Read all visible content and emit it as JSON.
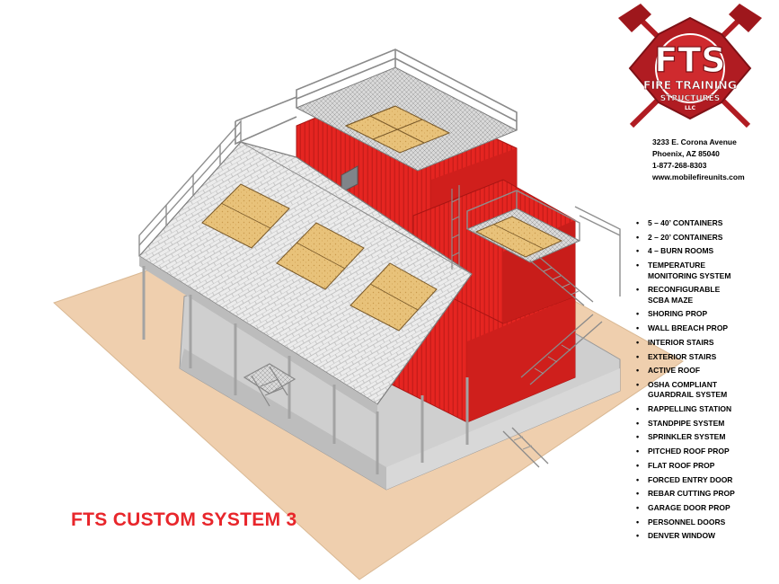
{
  "logo": {
    "main_text": "FTS",
    "line1": "FIRE TRAINING",
    "line2": "STRUCTURES",
    "line3": "LLC",
    "icon": "crossed-axes-maltese-cross-icon"
  },
  "address": {
    "street": "3233 E. Corona Avenue",
    "city": "Phoenix, AZ 85040",
    "phone": "1-877-268-8303",
    "website": "www.mobilefireunits.com"
  },
  "features": [
    "5 – 40’ CONTAINERS",
    "2 – 20’ CONTAINERS",
    "4 – BURN ROOMS",
    "TEMPERATURE MONITORING SYSTEM",
    "RECONFIGURABLE SCBA MAZE",
    "SHORING PROP",
    "WALL BREACH PROP",
    "INTERIOR STAIRS",
    "EXTERIOR STAIRS",
    "ACTIVE ROOF",
    "OSHA COMPLIANT GUARDRAIL SYSTEM",
    "RAPPELLING STATION",
    "STANDPIPE SYSTEM",
    "SPRINKLER SYSTEM",
    "PITCHED ROOF PROP",
    "FLAT ROOF PROP",
    "FORCED ENTRY DOOR",
    "REBAR CUTTING PROP",
    "GARAGE DOOR PROP",
    "PERSONNEL DOORS",
    "DENVER WINDOW"
  ],
  "title": "FTS CUSTOM SYSTEM 3",
  "colors": {
    "container_red": "#e52521",
    "ground_tan": "#efcfae",
    "roof_shingle": "#e6e6e6",
    "plywood": "#e6c47c",
    "steel": "#9e9e9e",
    "title_red": "#e8262b",
    "logo_red": "#b01c22"
  }
}
